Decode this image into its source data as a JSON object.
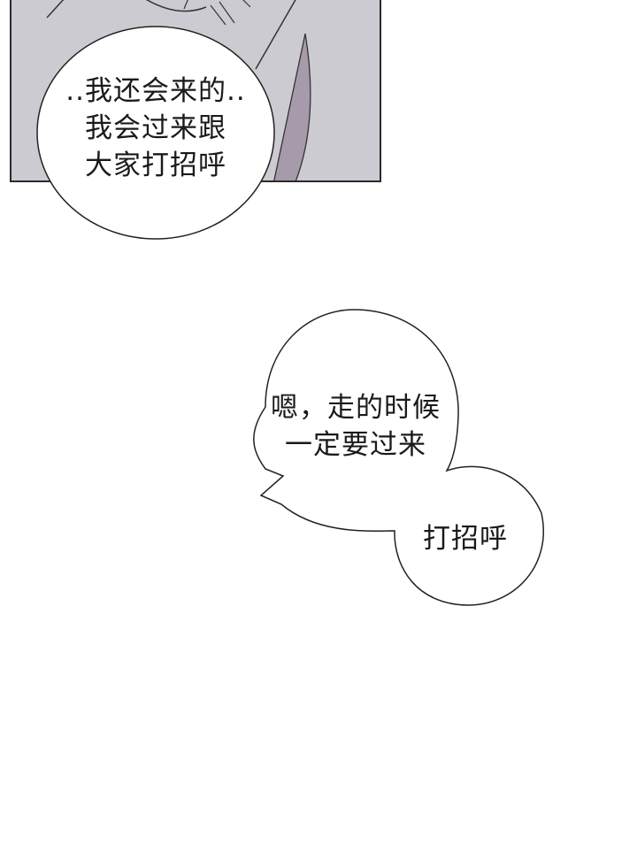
{
  "panel": {
    "background": "#cdcbd2",
    "shadow_color": "#a79aab"
  },
  "bubbles": [
    {
      "id": "bubble-1",
      "lines": [
        "..我还会来的..",
        "我会过来跟",
        "大家打招呼"
      ]
    },
    {
      "id": "bubble-2",
      "lines": [
        "嗯，走的时候",
        "一定要过来"
      ]
    },
    {
      "id": "bubble-3",
      "lines": [
        "打招呼"
      ]
    }
  ]
}
